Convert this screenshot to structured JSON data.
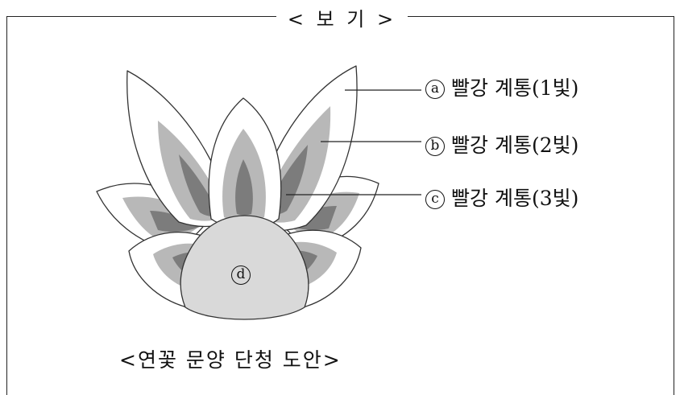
{
  "box_title": "< 보 기 >",
  "caption": "<연꽃 문양 단청 도안>",
  "callouts": [
    {
      "mark": "a",
      "text": "빨강 계통(1빛)"
    },
    {
      "mark": "b",
      "text": "빨강 계통(2빛)"
    },
    {
      "mark": "c",
      "text": "빨강 계통(3빛)"
    }
  ],
  "center_mark": "d",
  "colors": {
    "light": "#ffffff",
    "mid": "#b8b8b8",
    "dark": "#7c7c7c",
    "center": "#d9d9d9",
    "outline": "#333333"
  }
}
